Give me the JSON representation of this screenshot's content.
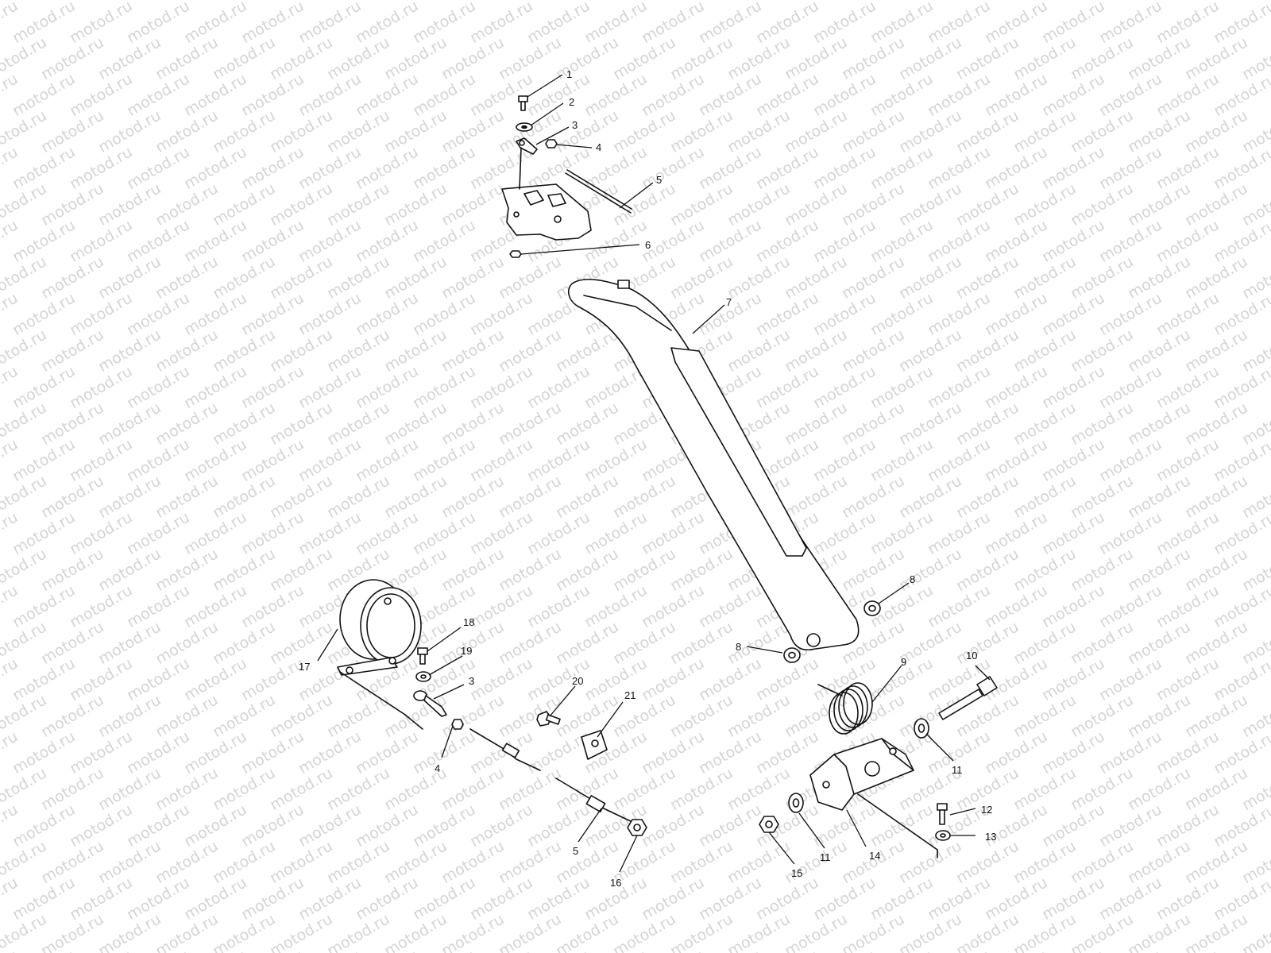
{
  "watermark": {
    "text": "motod.ru",
    "color": "#d4d4d4"
  },
  "callouts": {
    "c1": "1",
    "c2": "2",
    "c3": "3",
    "c4": "4",
    "c5": "5",
    "c6": "6",
    "c7": "7",
    "c8a": "8",
    "c8b": "8",
    "c9": "9",
    "c10": "10",
    "c11a": "11",
    "c11b": "11",
    "c12": "12",
    "c13": "13",
    "c14": "14",
    "c15": "15",
    "c16": "16",
    "c17": "17",
    "c18": "18",
    "c19": "19",
    "c3b": "3",
    "c4b": "4",
    "c5b": "5",
    "c20": "20",
    "c21": "21"
  },
  "parts": [
    {
      "id": "1",
      "icon": "bolt-icon"
    },
    {
      "id": "2",
      "icon": "washer-icon"
    },
    {
      "id": "3",
      "icon": "cable-end-icon"
    },
    {
      "id": "4",
      "icon": "nut-icon"
    },
    {
      "id": "5",
      "icon": "cable-icon"
    },
    {
      "id": "6",
      "icon": "nut-icon"
    },
    {
      "id": "7",
      "icon": "torque-arm-icon"
    },
    {
      "id": "8",
      "icon": "washer-icon"
    },
    {
      "id": "9",
      "icon": "spring-icon"
    },
    {
      "id": "10",
      "icon": "bolt-icon"
    },
    {
      "id": "11",
      "icon": "washer-icon"
    },
    {
      "id": "12",
      "icon": "bolt-icon"
    },
    {
      "id": "13",
      "icon": "washer-icon"
    },
    {
      "id": "14",
      "icon": "bracket-icon"
    },
    {
      "id": "15",
      "icon": "nut-icon"
    },
    {
      "id": "16",
      "icon": "nut-icon"
    },
    {
      "id": "17",
      "icon": "clamp-icon"
    },
    {
      "id": "18",
      "icon": "bolt-icon"
    },
    {
      "id": "19",
      "icon": "washer-icon"
    },
    {
      "id": "20",
      "icon": "bolt-icon"
    },
    {
      "id": "21",
      "icon": "clip-icon"
    }
  ]
}
